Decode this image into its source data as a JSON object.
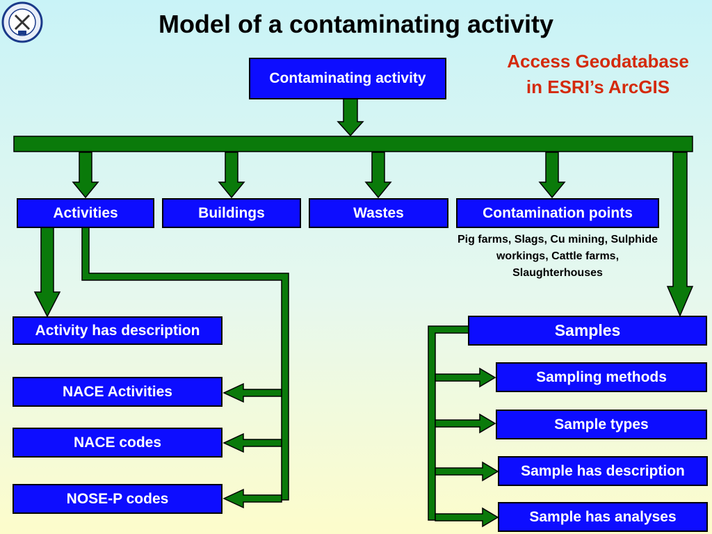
{
  "title": "Model of a contaminating activity",
  "subtitle": "Access Geodatabase in ESRI’s ArcGIS",
  "logo": {
    "icon": "institute-seal-icon",
    "text": "",
    "colors": {
      "ring": "#1a3a8a",
      "fill": "#e8eef8"
    }
  },
  "colors": {
    "box_fill": "#0d0dff",
    "arrow": "#0a7a0a",
    "accent": "#d42a0c"
  },
  "root": {
    "label": "Contaminating activity"
  },
  "top_categories": {
    "activities": "Activities",
    "buildings": "Buildings",
    "wastes": "Wastes",
    "contamination_points": "Contamination points"
  },
  "contamination_points_note": "Pig farms, Slags, Cu mining, Sulphide workings, Cattle farms, Slaughterhouses",
  "activity_branch": {
    "description": "Activity has description",
    "nace_activities": "NACE Activities",
    "nace_codes": "NACE codes",
    "nose_p_codes": "NOSE-P codes"
  },
  "samples_branch": {
    "samples": "Samples",
    "sampling_methods": "Sampling methods",
    "sample_types": "Sample types",
    "sample_description": "Sample has description",
    "sample_analyses": "Sample has analyses"
  }
}
